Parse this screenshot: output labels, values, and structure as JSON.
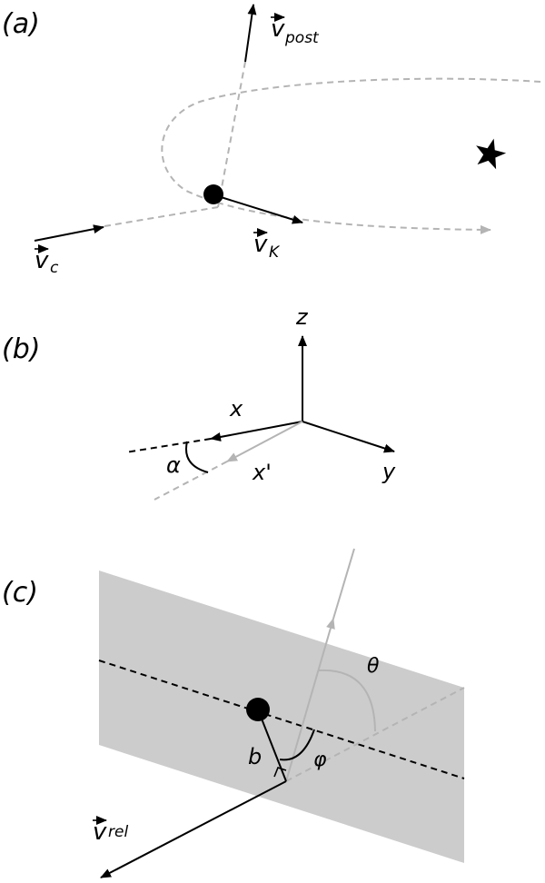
{
  "colors": {
    "dark": "#000000",
    "gray": "#b4b4b4",
    "plane": "#cccccc"
  },
  "panel_a": {
    "label": "(a)",
    "v_post": {
      "symbol": "v",
      "sub": "post"
    },
    "v_k": {
      "symbol": "v",
      "sub": "K"
    },
    "v_c": {
      "symbol": "v",
      "sub": "c"
    },
    "icons": [
      "star-icon"
    ]
  },
  "panel_b": {
    "label": "(b)",
    "z": "z",
    "x": "x",
    "y": "y",
    "x_prime": "x'",
    "alpha": "α"
  },
  "panel_c": {
    "label": "(c)",
    "theta": "θ",
    "phi": "φ",
    "b": "b",
    "v_rel": {
      "symbol": "v",
      "sub": "rel"
    }
  }
}
